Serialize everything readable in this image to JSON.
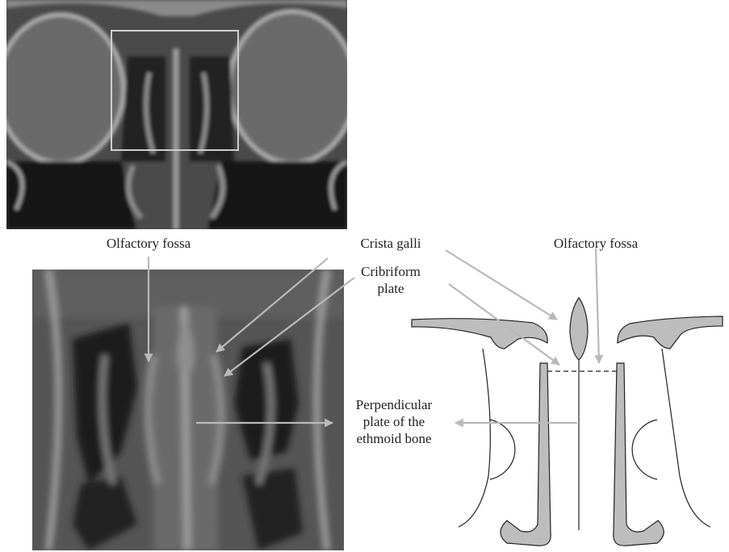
{
  "labels": {
    "olfactory_fossa_left": "Olfactory fossa",
    "crista_galli": "Crista galli",
    "olfactory_fossa_right": "Olfactory fossa",
    "cribriform_plate": "Cribriform\nplate",
    "perpendicular_plate": "Perpendicular\nplate of the\nethmoid bone"
  },
  "colors": {
    "arrow": "#b9b9b9",
    "bone_fill": "#bdbdbd",
    "line": "#222222",
    "ct_dark": "#1a1a1a",
    "ct_mid": "#5a5a5a"
  }
}
